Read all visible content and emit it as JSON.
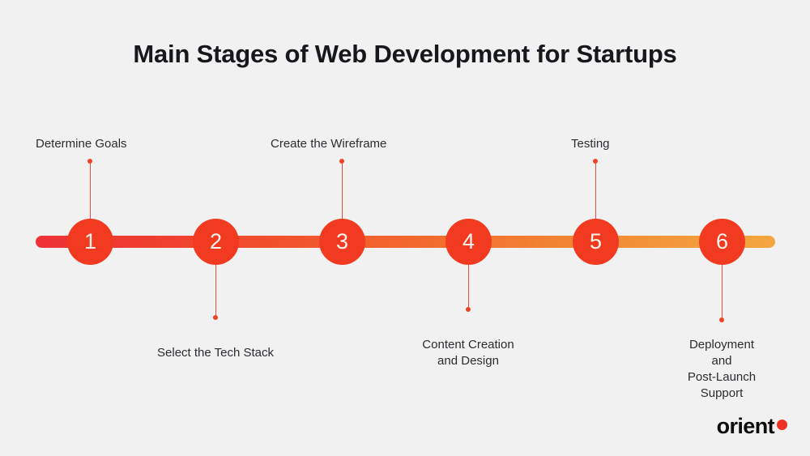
{
  "infographic": {
    "title": "Main Stages of Web Development for Startups",
    "background_color": "#f1f1f1",
    "title_color": "#16181c",
    "label_color": "#2c2c31",
    "node_color": "#f23a20",
    "node_text_color": "#fdf4f0",
    "bar_gradient_start": "#ee3237",
    "bar_gradient_end": "#f3a53f",
    "connector_color": "#e8503a"
  },
  "steps": [
    {
      "number": "1",
      "label": "Determine Goals",
      "position": "above"
    },
    {
      "number": "2",
      "label": "Select the Tech Stack",
      "position": "below"
    },
    {
      "number": "3",
      "label": "Create the Wireframe",
      "position": "above"
    },
    {
      "number": "4",
      "label": "Content Creation\nand Design",
      "position": "below"
    },
    {
      "number": "5",
      "label": "Testing",
      "position": "above"
    },
    {
      "number": "6",
      "label": "Deployment and\nPost-Launch Support",
      "position": "below"
    }
  ],
  "logo": {
    "text": "orient",
    "dot_color": "#ef3024"
  }
}
